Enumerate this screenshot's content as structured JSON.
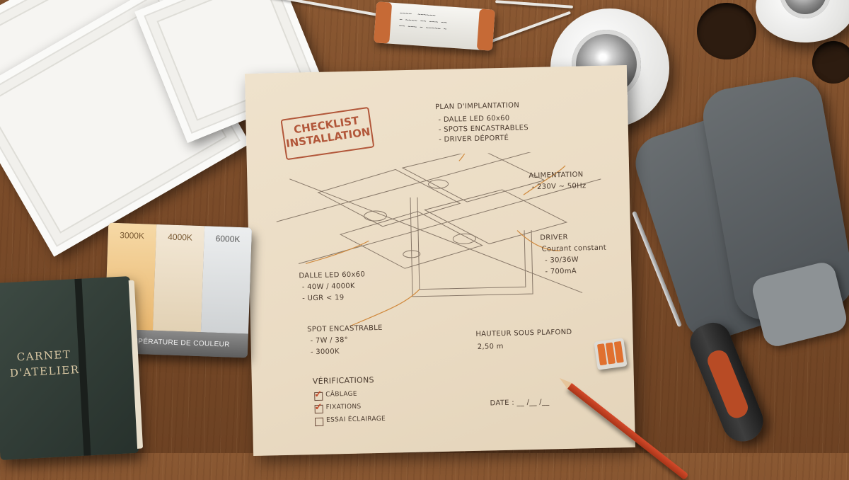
{
  "paper": {
    "stamp_line1": "CHECKLIST",
    "stamp_line2": "INSTALLATION",
    "plan": {
      "title": "PLAN D'IMPLANTATION",
      "items": [
        "- DALLE LED 60x60",
        "- SPOTS ENCASTRABLES",
        "- DRIVER DÉPORTÉ"
      ]
    },
    "alimentation": {
      "title": "ALIMENTATION",
      "value": "- 230V ~ 50Hz"
    },
    "driver": {
      "title": "DRIVER",
      "subtitle": "Courant constant",
      "items": [
        "- 30/36W",
        "- 700mA"
      ]
    },
    "dalle": {
      "title": "DALLE LED 60x60",
      "items": [
        "- 40W / 4000K",
        "- UGR < 19"
      ]
    },
    "spot": {
      "title": "SPOT ENCASTRABLE",
      "items": [
        "- 7W / 38°",
        "- 3000K"
      ]
    },
    "hauteur": {
      "title": "HAUTEUR SOUS PLAFOND",
      "value": "2,50 m"
    },
    "verifications": {
      "title": "VÉRIFICATIONS",
      "items": [
        {
          "label": "CÂBLAGE",
          "checked": true
        },
        {
          "label": "FIXATIONS",
          "checked": true
        },
        {
          "label": "ESSAI ÉCLAIRAGE",
          "checked": false
        }
      ]
    },
    "date_label": "DATE : __ /__ /__"
  },
  "color_card": {
    "swatches": [
      {
        "label": "3000K",
        "color": "#f3c98c"
      },
      {
        "label": "4000K",
        "color": "#efe0c8"
      },
      {
        "label": "6000K",
        "color": "#e4e6e8"
      }
    ],
    "caption": "TEMPÉRATURE DE COULEUR"
  },
  "notebook": {
    "line1": "CARNET",
    "line2": "D'ATELIER"
  }
}
